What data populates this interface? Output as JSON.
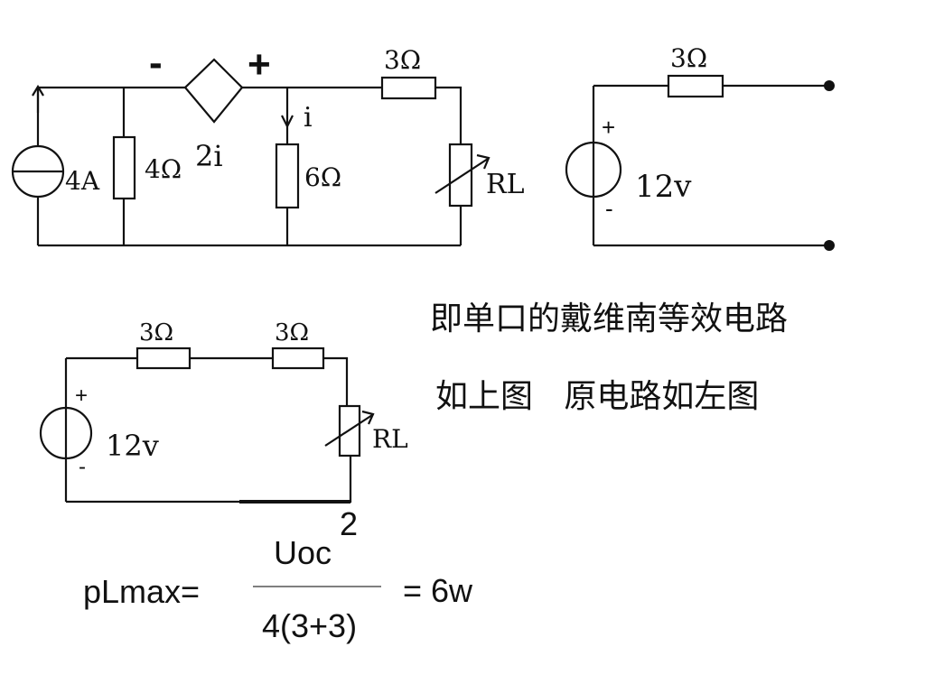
{
  "original_circuit": {
    "polarity_minus": "-",
    "polarity_plus": "+",
    "current_source_value": "4A",
    "resistor_4_label": "4Ω",
    "dependent_source_value": "2i",
    "current_i_label": "i",
    "resistor_6_label": "6Ω",
    "resistor_3_label": "3Ω",
    "load_resistor_label": "RL"
  },
  "thevenin_equivalent": {
    "resistor_label": "3Ω",
    "source_plus": "+",
    "source_minus": "-",
    "source_value": "12v"
  },
  "load_circuit": {
    "resistor_1_label": "3Ω",
    "resistor_2_label": "3Ω",
    "source_plus": "+",
    "source_minus": "-",
    "source_value": "12v",
    "load_resistor_label": "RL"
  },
  "caption": {
    "line1": "即单口的戴维南等效电路",
    "line2": "如上图   原电路如左图"
  },
  "formula": {
    "lhs": "pLmax=",
    "numerator": "Uoc",
    "exponent": "2",
    "denominator": "4(3+3)",
    "result": "= 6w"
  }
}
